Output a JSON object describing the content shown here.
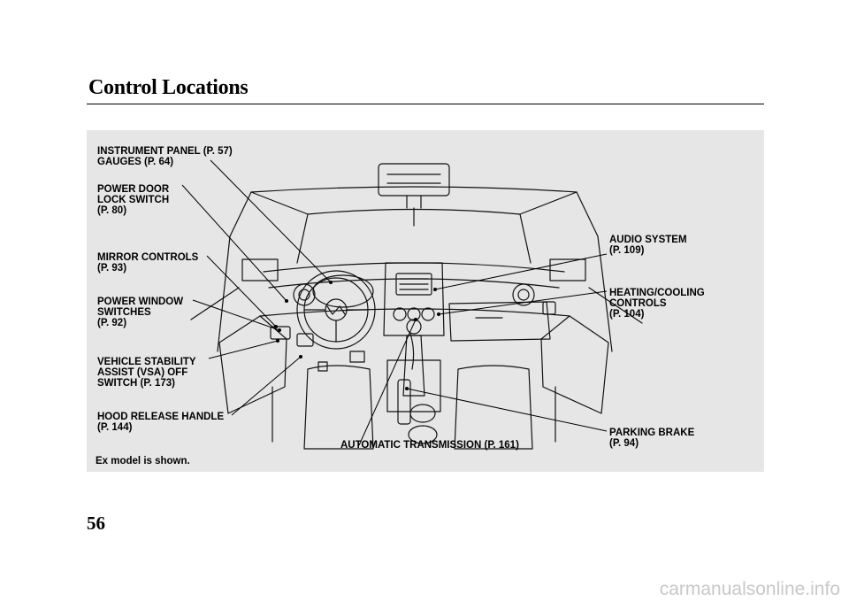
{
  "header": {
    "title": "Control Locations"
  },
  "callouts": [
    {
      "id": "instrument",
      "text": "INSTRUMENT PANEL (P. 57)\nGAUGES (P. 64)"
    },
    {
      "id": "door-lock",
      "text": "POWER DOOR\nLOCK SWITCH\n(P. 80)"
    },
    {
      "id": "mirror",
      "text": "MIRROR CONTROLS\n(P. 93)"
    },
    {
      "id": "window",
      "text": "POWER WINDOW\nSWITCHES\n(P. 92)"
    },
    {
      "id": "vsa",
      "text": "VEHICLE STABILITY\nASSIST (VSA) OFF\nSWITCH (P. 173)"
    },
    {
      "id": "hood",
      "text": "HOOD RELEASE HANDLE\n(P. 144)"
    },
    {
      "id": "transmission",
      "text": "AUTOMATIC TRANSMISSION (P. 161)"
    },
    {
      "id": "audio",
      "text": "AUDIO SYSTEM\n(P. 109)"
    },
    {
      "id": "hvac",
      "text": "HEATING/COOLING\nCONTROLS\n(P. 104)"
    },
    {
      "id": "parking",
      "text": "PARKING BRAKE\n(P. 94)"
    }
  ],
  "caption": "Ex model is shown.",
  "footer": {
    "page_number": "56"
  },
  "watermark": "carmanualsonline.info"
}
